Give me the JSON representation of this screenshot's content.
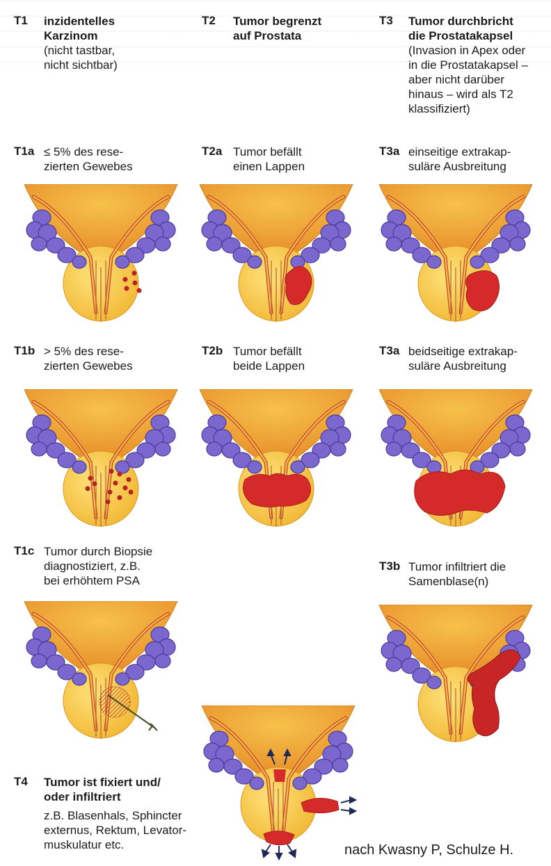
{
  "stages": {
    "t1": {
      "code": "T1",
      "title": "inzidentelles\nKarzinom",
      "text": "(nicht tastbar,\nnicht sichtbar)"
    },
    "t2": {
      "code": "T2",
      "title": "Tumor begrenzt\nauf Prostata",
      "text": ""
    },
    "t3": {
      "code": "T3",
      "title": "Tumor durchbricht\ndie Prostatakapsel",
      "text": "(Invasion in Apex oder\nin die Prostatakapsel –\naber nicht darüber\nhinaus – wird als T2\nklassifiziert)"
    },
    "t1a": {
      "code": "T1a",
      "text": "≤ 5% des rese-\nzierten Gewebes"
    },
    "t2a": {
      "code": "T2a",
      "text": "Tumor befällt\neinen Lappen"
    },
    "t3a1": {
      "code": "T3a",
      "text": "einseitige extrakap-\nsuläre Ausbreitung"
    },
    "t1b": {
      "code": "T1b",
      "text": "> 5% des rese-\nzierten Gewebes"
    },
    "t2b": {
      "code": "T2b",
      "text": "Tumor befällt\nbeide Lappen"
    },
    "t3a2": {
      "code": "T3a",
      "text": "beidseitige extrakap-\nsuläre Ausbreitung"
    },
    "t1c": {
      "code": "T1c",
      "text": "Tumor durch Biopsie\ndiagnostiziert, z.B.\nbei erhöhtem PSA"
    },
    "t3b": {
      "code": "T3b",
      "text": "Tumor infiltriert die\nSamenblase(n)"
    },
    "t4": {
      "code": "T4",
      "title": "Tumor ist fixiert und/\noder infiltriert",
      "text": "z.B. Blasenhals, Sphincter\nexternus, Rektum, Levator-\nmuskulatur etc."
    }
  },
  "credit": "nach Kwasny P, Schulze H.",
  "colors": {
    "bladder": "#f0a63a",
    "prostate": "#f7c23e",
    "vesicle": "#7462c9",
    "duct": "#e06a3a",
    "tumor": "#d42a2a"
  }
}
